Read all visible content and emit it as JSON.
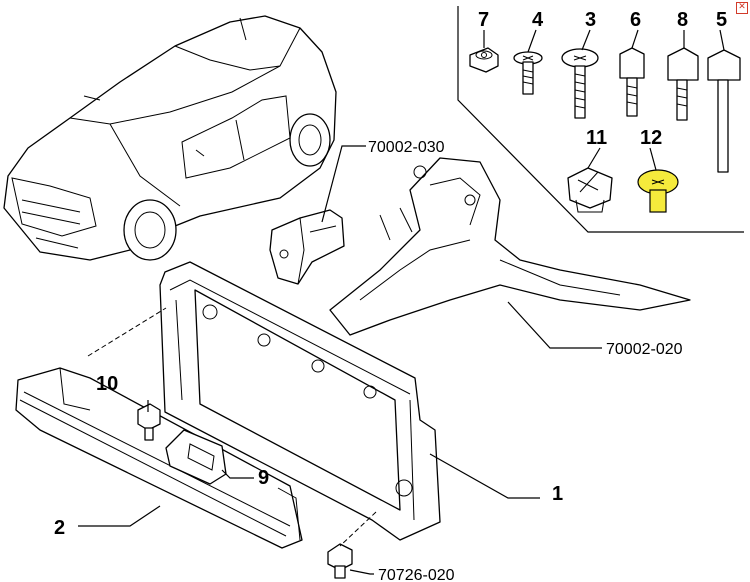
{
  "labels": {
    "p7": "7",
    "p4": "4",
    "p3": "3",
    "p6": "6",
    "p8": "8",
    "p5": "5",
    "p11": "11",
    "p12": "12",
    "p10": "10",
    "p9": "9",
    "p2": "2",
    "p1": "1",
    "ref_030": "70002-030",
    "ref_020": "70002-020",
    "ref_70726": "70726-020"
  },
  "colors": {
    "highlight": "#f5ea3c",
    "close": "#d23b2a"
  },
  "icons": {
    "close": "close-icon"
  }
}
